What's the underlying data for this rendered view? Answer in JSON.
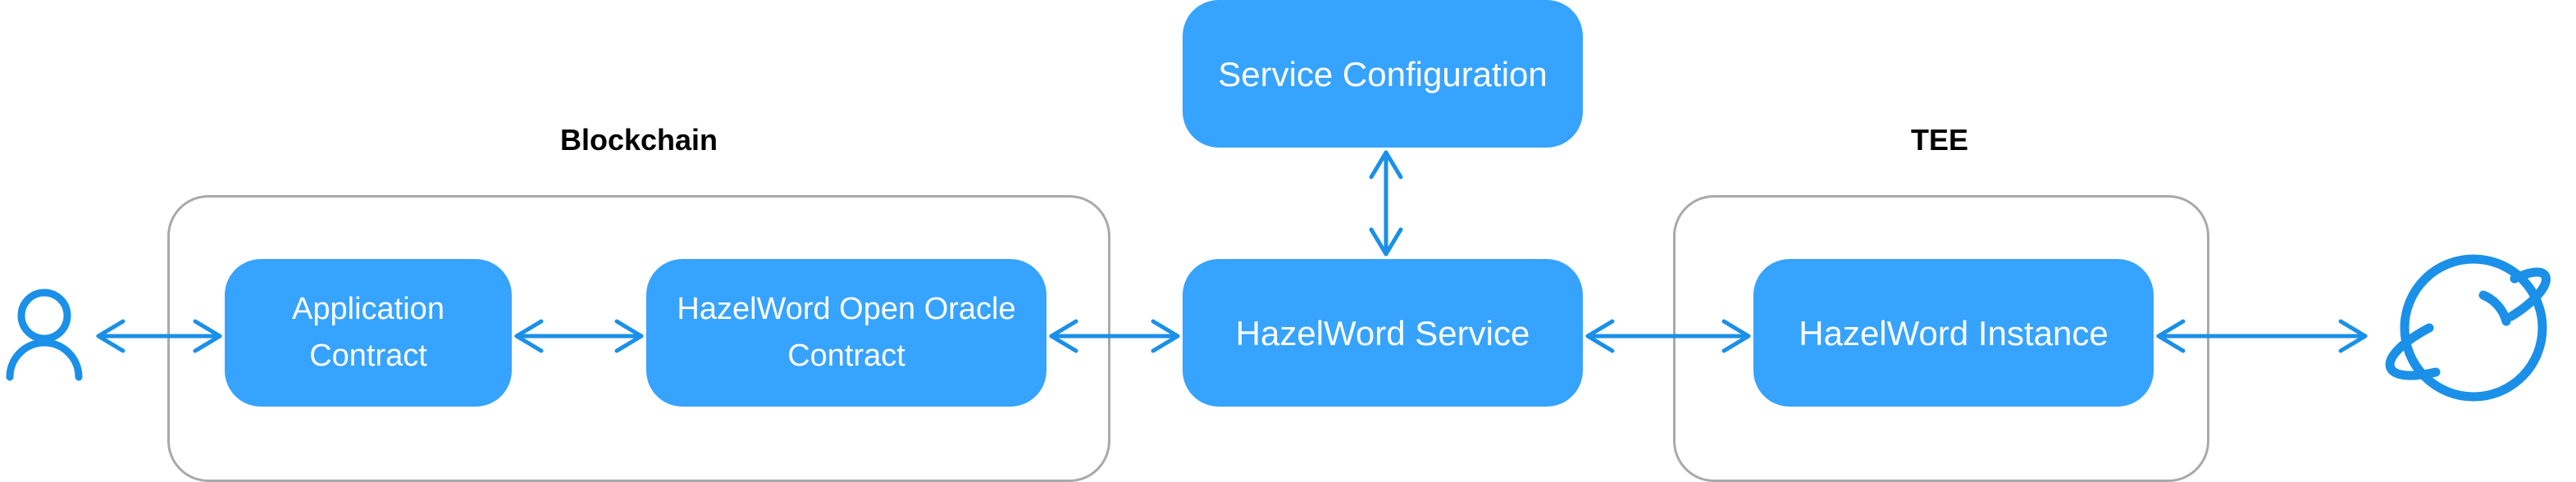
{
  "diagram": {
    "groups": {
      "blockchain": {
        "label": "Blockchain"
      },
      "tee": {
        "label": "TEE"
      }
    },
    "nodes": {
      "service_configuration": "Service Configuration",
      "application_contract": "Application\nContract",
      "open_oracle_contract": "HazelWord Open Oracle\nContract",
      "hazelword_service": "HazelWord Service",
      "hazelword_instance": "HazelWord Instance"
    },
    "icons": {
      "user": "user-icon",
      "internet": "planet-icon"
    },
    "colors": {
      "node_fill": "#36a3ff",
      "arrow": "#1a90e8",
      "group_border": "#a9a9a9"
    }
  }
}
